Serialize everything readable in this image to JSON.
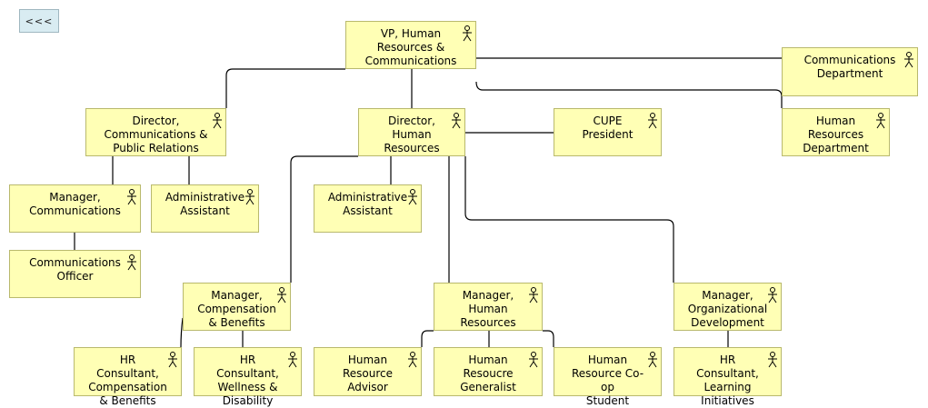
{
  "back_button": {
    "label": "<<<"
  },
  "nodes": [
    {
      "id": "vp",
      "label": "VP, Human\nResources &\nCommunications",
      "icon": "actor-icon"
    },
    {
      "id": "comm_dept",
      "label": "Communications\nDepartment",
      "icon": "actor-icon"
    },
    {
      "id": "dir_comm",
      "label": "Director,\nCommunications &\nPublic Relations",
      "icon": "actor-icon"
    },
    {
      "id": "dir_hr",
      "label": "Director,\nHuman\nResources",
      "icon": "actor-icon"
    },
    {
      "id": "cupe",
      "label": "CUPE President",
      "icon": "actor-icon"
    },
    {
      "id": "hr_dept",
      "label": "Human\nResources\nDepartment",
      "icon": "actor-icon"
    },
    {
      "id": "mgr_comm",
      "label": "Manager,\nCommunications",
      "icon": "actor-icon"
    },
    {
      "id": "admin1",
      "label": "Administrative\nAssistant",
      "icon": "actor-icon"
    },
    {
      "id": "admin2",
      "label": "Administrative\nAssistant",
      "icon": "actor-icon"
    },
    {
      "id": "comm_officer",
      "label": "Communications\nOfficer",
      "icon": "actor-icon"
    },
    {
      "id": "mgr_comp",
      "label": "Manager,\nCompensation\n& Benefits",
      "icon": "actor-icon"
    },
    {
      "id": "mgr_hr",
      "label": "Manager,\nHuman\nResources",
      "icon": "actor-icon"
    },
    {
      "id": "mgr_od",
      "label": "Manager,\nOrganizational\nDevelopment",
      "icon": "actor-icon"
    },
    {
      "id": "hrc_comp",
      "label": "HR Consultant,\nCompensation\n& Benefits",
      "icon": "actor-icon"
    },
    {
      "id": "hrc_well",
      "label": "HR Consultant,\nWellness &\nDisability",
      "icon": "actor-icon"
    },
    {
      "id": "hr_advisor",
      "label": "Human\nResource\nAdvisor",
      "icon": "actor-icon"
    },
    {
      "id": "hr_generalist",
      "label": "Human\nResoucre\nGeneralist",
      "icon": "actor-icon"
    },
    {
      "id": "hr_coop",
      "label": "Human\nResource Co-op\nStudent",
      "icon": "actor-icon"
    },
    {
      "id": "hrc_learn",
      "label": "HR Consultant,\nLearning\nInitiatives",
      "icon": "actor-icon"
    }
  ]
}
